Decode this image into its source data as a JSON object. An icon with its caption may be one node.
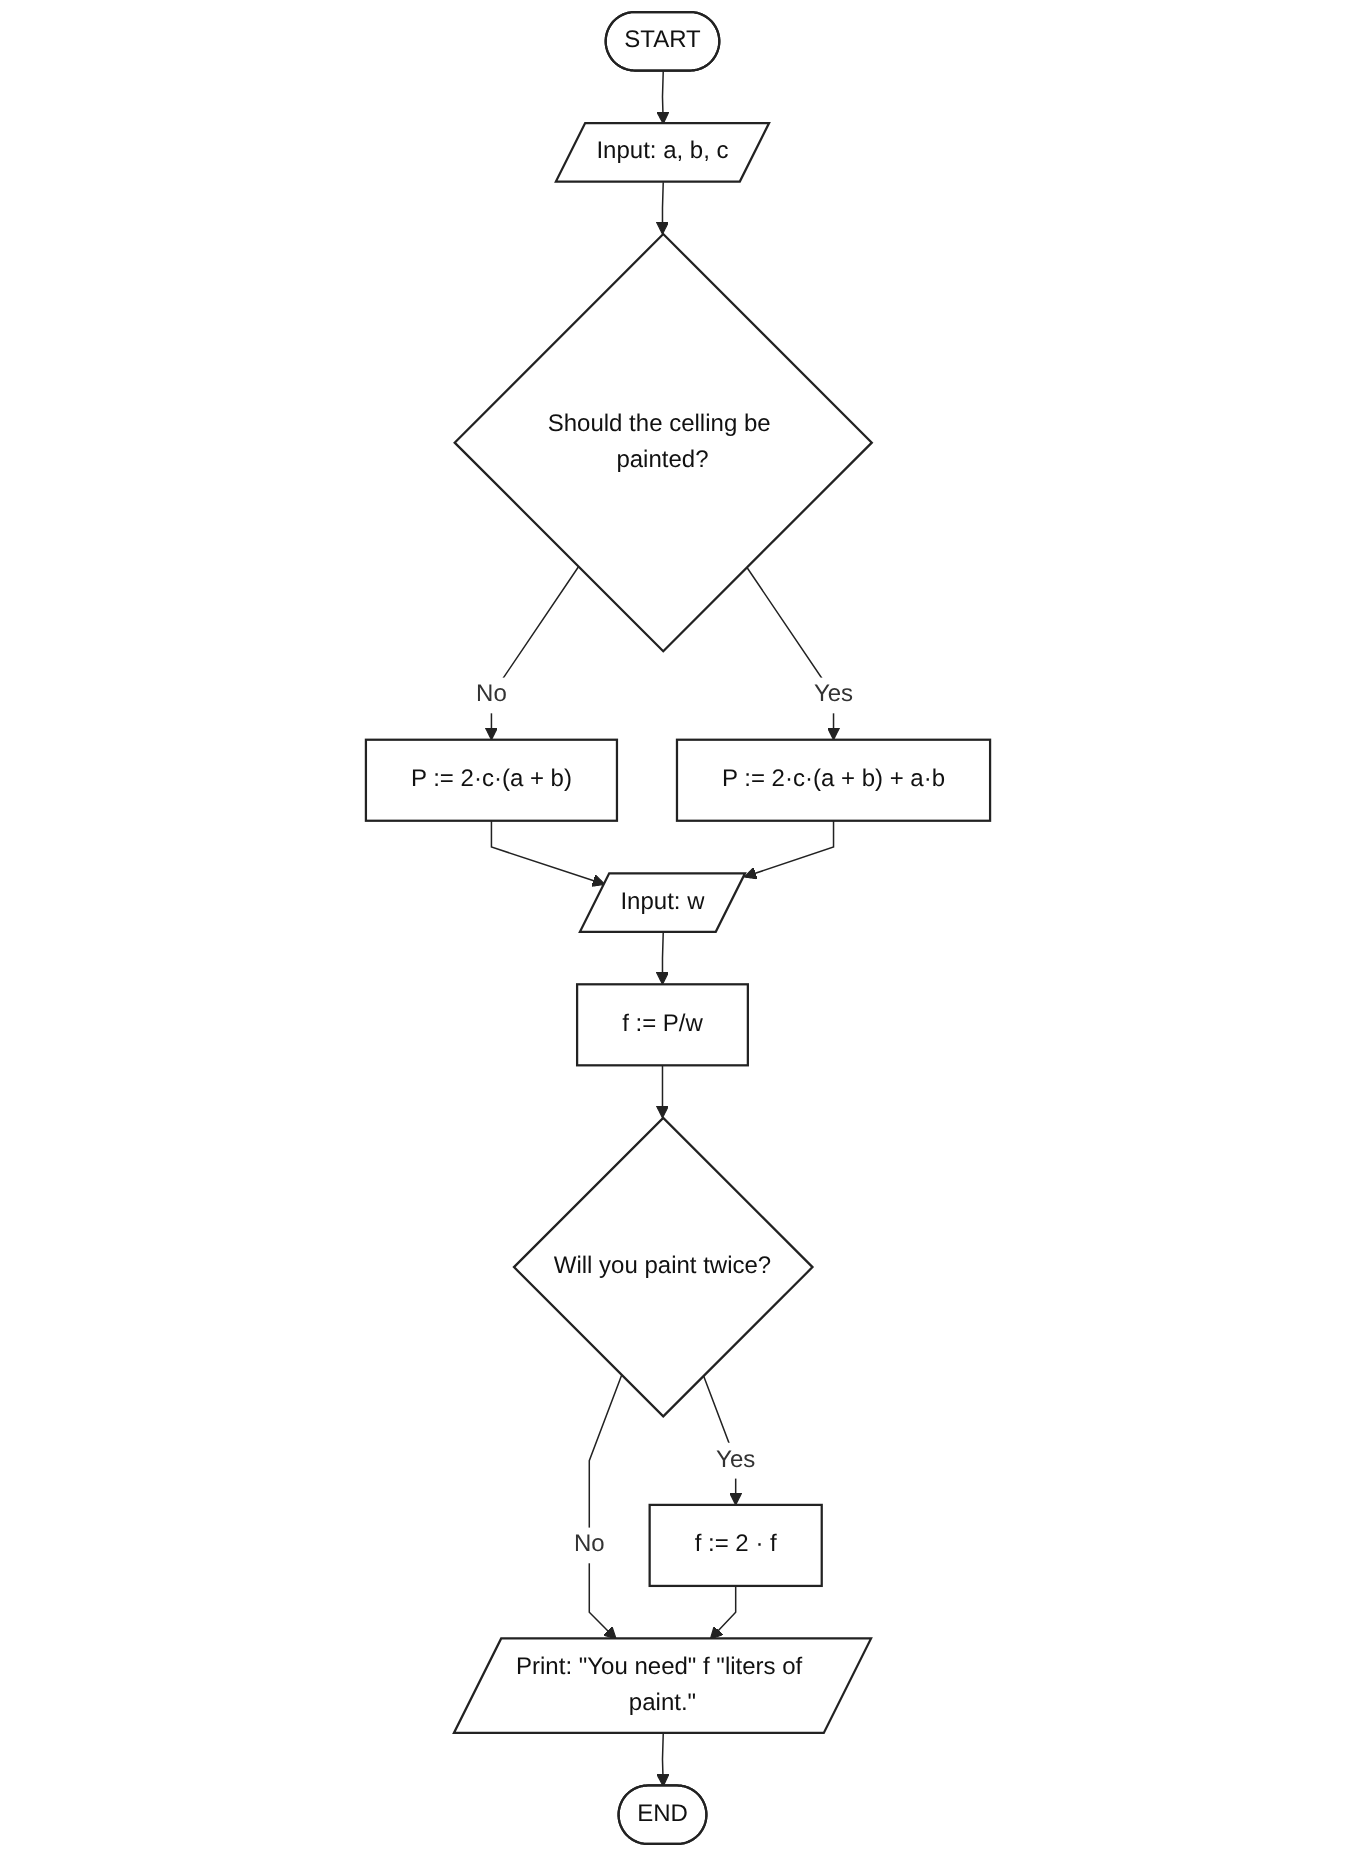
{
  "diagram": {
    "nodes": [
      {
        "text": [
          "START"
        ]
      },
      {
        "text": [
          "Input: a, b, c"
        ]
      },
      {
        "text": [
          "Should the celling be painted?"
        ]
      },
      {
        "text": [
          "P := 2·c·(a + b)"
        ]
      },
      {
        "text": [
          "P := 2·c·(a + b) + a·b"
        ]
      },
      {
        "text": [
          "Input: w"
        ]
      },
      {
        "text": [
          "f := P/w"
        ]
      },
      {
        "text": [
          "Will you paint twice?"
        ]
      },
      {
        "text": [
          "f := 2 · f"
        ]
      },
      {
        "text": [
          "Print: \"You need\" f \"liters of paint.\""
        ]
      },
      {
        "text": [
          "END"
        ]
      }
    ],
    "edges": [
      {
        "from": 0,
        "to": 1,
        "arrow": "to"
      },
      {
        "from": 1,
        "to": 2,
        "arrow": "to"
      },
      {
        "from": 2,
        "to": 3,
        "arrow": "to",
        "label": "No"
      },
      {
        "from": 2,
        "to": 4,
        "arrow": "to",
        "label": "Yes"
      },
      {
        "from": 3,
        "to": 5,
        "arrow": "to"
      },
      {
        "from": 4,
        "to": 5,
        "arrow": "to"
      },
      {
        "from": 5,
        "to": 6,
        "arrow": "to"
      },
      {
        "from": 6,
        "to": 7,
        "arrow": "to"
      },
      {
        "from": 7,
        "to": 8,
        "arrow": "to",
        "label": "Yes"
      },
      {
        "from": 7,
        "to": 9,
        "arrow": "to",
        "label": "No"
      },
      {
        "from": 8,
        "to": 9,
        "arrow": "to"
      },
      {
        "from": 9,
        "to": 10,
        "arrow": "to"
      }
    ]
  }
}
